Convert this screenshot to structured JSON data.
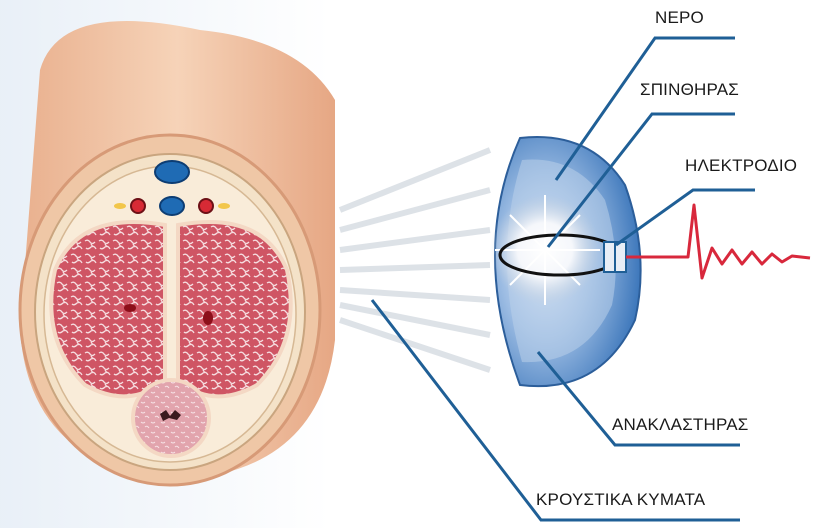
{
  "labels": {
    "water": "ΝΕΡΟ",
    "spark": "ΣΠΙΝΘΗΡΑΣ",
    "electrode": "ΗΛΕΚΤΡΟΔΙΟ",
    "reflector": "ΑΝΑΚΛΑΣΤΗΡΑΣ",
    "shock_waves": "ΚΡΟΥΣΤΙΚΑ ΚΥΜΑΤΑ"
  },
  "colors": {
    "leader_line": "#1f5f96",
    "tissue_red": "#c9465a",
    "skin": "#f2c6a6",
    "reflector_blue": "#4f86c8",
    "signal": "#d8283c"
  }
}
